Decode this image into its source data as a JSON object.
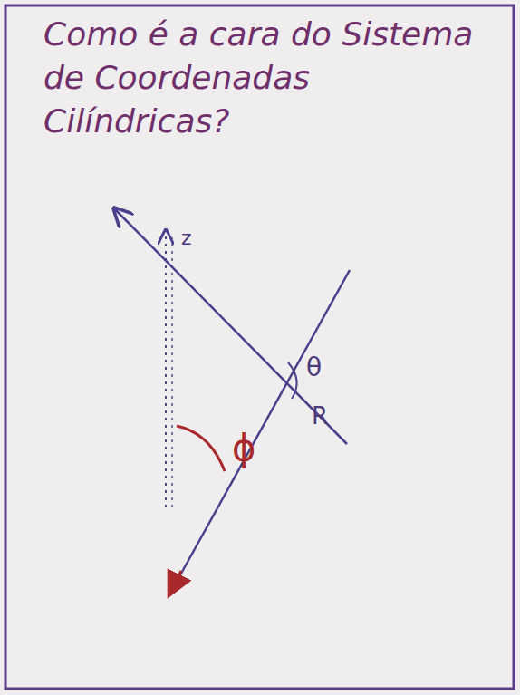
{
  "diagram": {
    "title": "Como é a cara do Sistema de Coordenadas Cilíndricas?",
    "labels": [
      "z",
      "θ",
      "R",
      "ϕ"
    ]
  }
}
